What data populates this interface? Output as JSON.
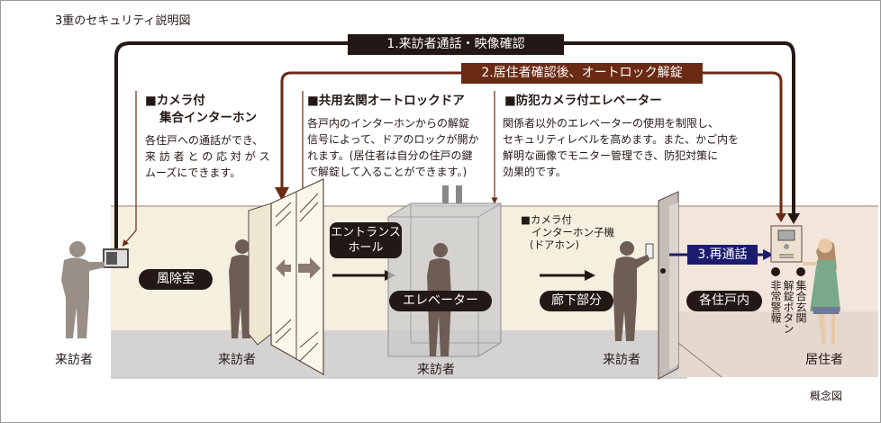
{
  "title": "3重のセキュリティ説明図",
  "flows": {
    "flow1": "1.来訪者通話・映像確認",
    "flow2": "2.居住者確認後、オートロック解錠",
    "flow3": "3.再通話"
  },
  "callouts": [
    {
      "heading_line1": "■カメラ付",
      "heading_line2": "集合インターホン",
      "body": [
        "各住戸への通話ができ、",
        "来 訪 者 と の 応 対 が ス",
        "ムーズにできます。"
      ]
    },
    {
      "heading": "■共用玄関オートロックドア",
      "body": [
        "各戸内のインターホンからの解錠",
        "信号によって、ドアのロックが開か",
        "れます。(居住者は自分の住戸の鍵",
        "で解錠して入ることができます。)"
      ]
    },
    {
      "heading": "■防犯カメラ付エレベーター",
      "body": [
        "関係者以外のエレベーターの使用を制限し、",
        "セキュリティレベルを高めます。また、かご内を",
        "鮮明な画像でモニター管理でき、防犯対策に",
        "効果的です。"
      ]
    }
  ],
  "door_intercom": [
    "■カメラ付",
    "インターホン子機",
    "(ドアホン)"
  ],
  "areas": {
    "vestibule": "風除室",
    "entrance_hall": [
      "エントランス",
      "ホール"
    ],
    "elevator": "エレベーター",
    "corridor": "廊下部分",
    "unit": "各住戸内"
  },
  "buttons": {
    "emergency": "非常警報",
    "unlock_line1": "集合玄関",
    "unlock_line2": "解錠ボタン"
  },
  "people": {
    "visitor": "来訪者",
    "resident": "居住者"
  },
  "note": "概念図",
  "colors": {
    "dark": "#231815",
    "brown": "#6b2a14",
    "navy": "#1b1c6e",
    "wall": "#f4efdf",
    "floor": "#d4d3d2",
    "room": "#f2e6dc"
  }
}
